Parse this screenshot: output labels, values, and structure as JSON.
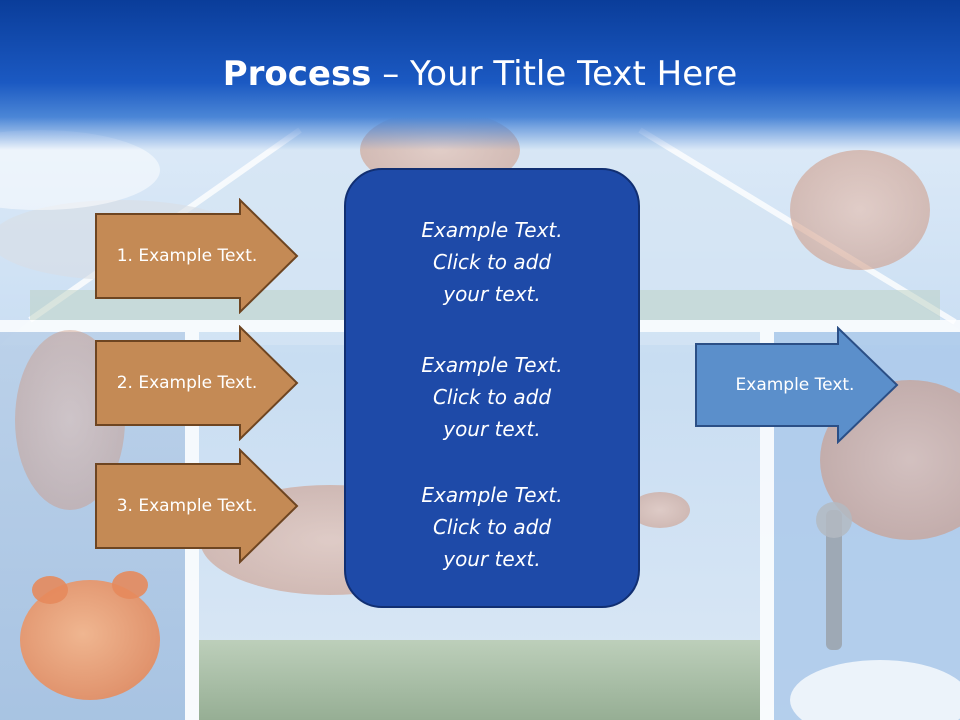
{
  "slide": {
    "title_bold": "Process",
    "title_rest": " – Your Title Text Here"
  },
  "left_arrows": [
    {
      "label": "1. Example Text."
    },
    {
      "label": "2. Example Text."
    },
    {
      "label": "3. Example Text."
    }
  ],
  "center_box": {
    "items": [
      {
        "lines": [
          "Example Text.",
          "Click  to add",
          "your text."
        ]
      },
      {
        "lines": [
          "Example Text.",
          "Click  to add",
          "your text."
        ]
      },
      {
        "lines": [
          "Example Text.",
          "Click  to add",
          "your text."
        ]
      }
    ]
  },
  "right_arrow": {
    "label": "Example Text."
  },
  "colors": {
    "header": "#1b59c2",
    "left_arrow_fill": "#c48a55",
    "left_arrow_stroke": "#6e4521",
    "center_fill": "#1e4aa8",
    "right_arrow_fill": "#5b8fcb",
    "right_arrow_stroke": "#2b4f86"
  }
}
